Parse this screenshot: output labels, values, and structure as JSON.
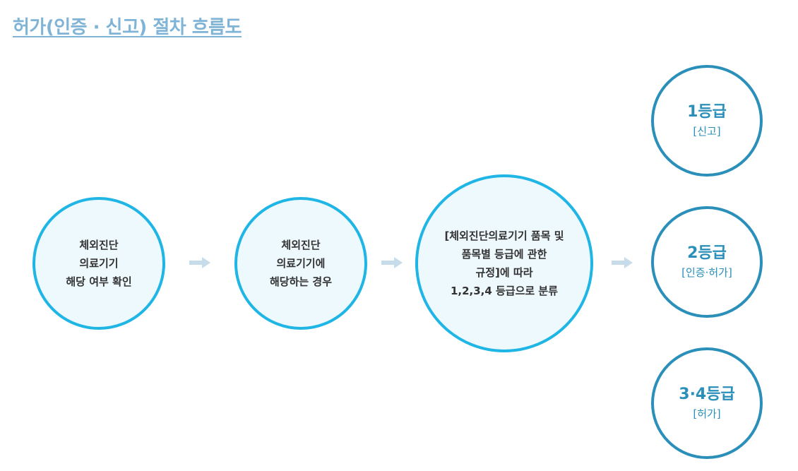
{
  "title": "허가(인증 · 신고) 절차 흐름도",
  "colors": {
    "title": "#7fb4d6",
    "step_border": "#1fb6e6",
    "step_fill": "#eef9fe",
    "grade_border": "#2a8fb9",
    "arrow": "#c7dcea"
  },
  "steps": [
    {
      "lines": [
        "체외진단",
        "의료기기",
        "해당 여부 확인"
      ]
    },
    {
      "lines": [
        "체외진단",
        "의료기기에",
        "해당하는 경우"
      ]
    },
    {
      "lines": [
        "[체외진단의료기기 품목 및",
        "품목별 등급에 관한",
        "규정]에 따라",
        "1,2,3,4 등급으로 분류"
      ]
    }
  ],
  "arrows": [
    {
      "icon": "arrow-right-icon"
    },
    {
      "icon": "arrow-right-icon"
    },
    {
      "icon": "arrow-right-icon"
    }
  ],
  "grades": [
    {
      "name": "1등급",
      "type": "[신고]"
    },
    {
      "name": "2등급",
      "type": "[인증·허가]"
    },
    {
      "name": "3·4등급",
      "type": "[허가]"
    }
  ]
}
